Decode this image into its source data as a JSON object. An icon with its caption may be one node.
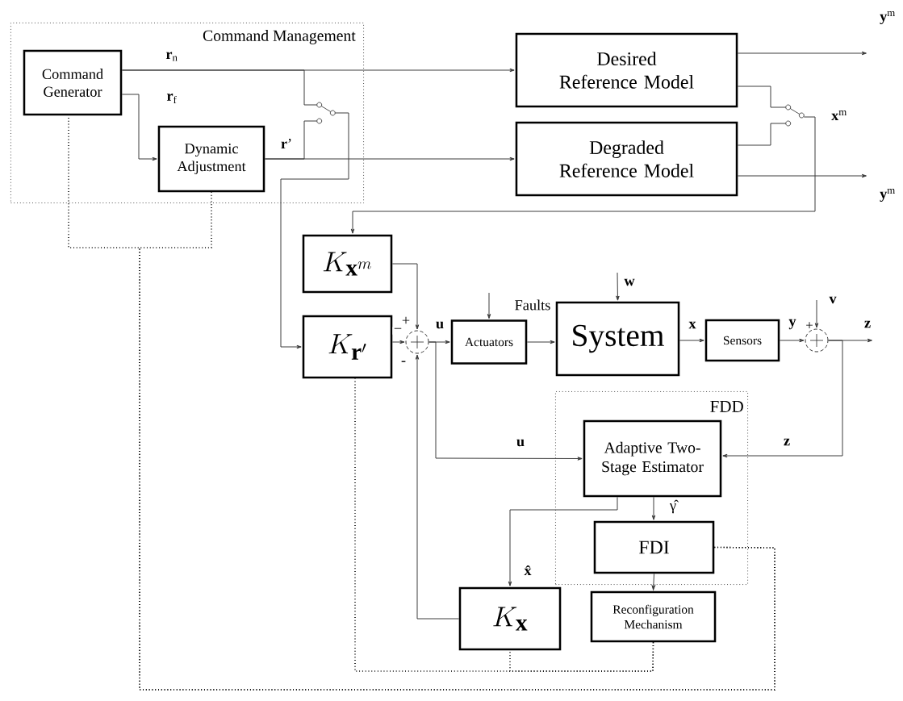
{
  "diagram": {
    "nodes": [
      {
        "text": [
          "Command Management"
        ]
      },
      {
        "text": [
          "Command Generator"
        ],
        "in": 0
      },
      {
        "text": [
          "Dynamic Adjustment"
        ],
        "in": 0
      },
      {
        "text": [
          "Desired Reference Model"
        ]
      },
      {
        "text": [
          "Degraded Reference Model"
        ]
      },
      {
        "text": [],
        "shape": "switch",
        "in": 0
      },
      {
        "text": [],
        "shape": "switch"
      },
      {
        "text": [
          "K_{\\mathbf{x}^m}"
        ]
      },
      {
        "text": [
          "K_{\\mathbf{r}'}"
        ]
      },
      {
        "text": [],
        "shape": "circle"
      },
      {
        "text": [
          "Actuators"
        ]
      },
      {
        "text": [
          "System"
        ]
      },
      {
        "text": [
          "Sensors"
        ]
      },
      {
        "text": [],
        "shape": "circle"
      },
      {
        "text": [
          "FDD"
        ]
      },
      {
        "text": [
          "Adaptive Two-Stage Estimator"
        ],
        "in": 14
      },
      {
        "text": [
          "FDI"
        ],
        "in": 14
      },
      {
        "text": [
          "Reconfiguration Mechanism"
        ]
      },
      {
        "text": [
          "K_{\\mathbf{x}}"
        ]
      }
    ],
    "edges": [
      {
        "from": 1,
        "to": 3,
        "arrow": "to",
        "label": "**r**$_{n}$"
      },
      {
        "from": 1,
        "to": 2,
        "arrow": "to",
        "label": "**r**$_{f}$"
      },
      {
        "from": 1,
        "to": 5,
        "arrow": "none"
      },
      {
        "from": 2,
        "to": 4,
        "arrow": "to",
        "label": "**r**’"
      },
      {
        "from": 2,
        "to": 5,
        "arrow": "none"
      },
      {
        "from": 5,
        "to": 8,
        "arrow": "to"
      },
      {
        "from": 3,
        "to": null,
        "arrow": "to",
        "label": "**y**$^{m}$"
      },
      {
        "from": 4,
        "to": null,
        "arrow": "to",
        "label": "**y**$^{m}$"
      },
      {
        "from": 3,
        "to": 6,
        "arrow": "none"
      },
      {
        "from": 4,
        "to": 6,
        "arrow": "none"
      },
      {
        "from": 6,
        "to": 7,
        "arrow": "to",
        "label": "**x**$^{m}$"
      },
      {
        "from": 7,
        "to": 9,
        "arrow": "to",
        "label": "+"
      },
      {
        "from": 8,
        "to": 9,
        "arrow": "to",
        "label": "−"
      },
      {
        "from": 18,
        "to": 9,
        "arrow": "to",
        "label": "-"
      },
      {
        "from": 9,
        "to": 10,
        "arrow": "to",
        "label": "u"
      },
      {
        "from": 9,
        "to": 15,
        "arrow": "to",
        "label": "u"
      },
      {
        "from": null,
        "to": 10,
        "arrow": "to",
        "label": "Faults"
      },
      {
        "from": 10,
        "to": 11,
        "arrow": "to"
      },
      {
        "from": null,
        "to": 11,
        "arrow": "to",
        "label": "w"
      },
      {
        "from": 11,
        "to": 12,
        "arrow": "to",
        "label": "x"
      },
      {
        "from": 12,
        "to": 13,
        "arrow": "to",
        "label": "y"
      },
      {
        "from": null,
        "to": 13,
        "arrow": "to",
        "label": "v"
      },
      {
        "from": 13,
        "to": null,
        "arrow": "to",
        "label": "z"
      },
      {
        "from": 13,
        "to": 15,
        "arrow": "to",
        "label": "z"
      },
      {
        "from": 15,
        "to": 16,
        "arrow": "to",
        "label": "γ̂"
      },
      {
        "from": 15,
        "to": 18,
        "arrow": "to",
        "label": "x̂"
      },
      {
        "from": 16,
        "to": 17,
        "arrow": "to"
      },
      {
        "from": 16,
        "to": 1,
        "arrow": "none",
        "style": "dashed"
      },
      {
        "from": 16,
        "to": 2,
        "arrow": "none",
        "style": "dashed"
      },
      {
        "from": 17,
        "to": 8,
        "arrow": "none",
        "style": "dashed"
      },
      {
        "from": 17,
        "to": 18,
        "arrow": "none",
        "style": "dashed"
      }
    ],
    "labels": [
      "+"
    ]
  }
}
